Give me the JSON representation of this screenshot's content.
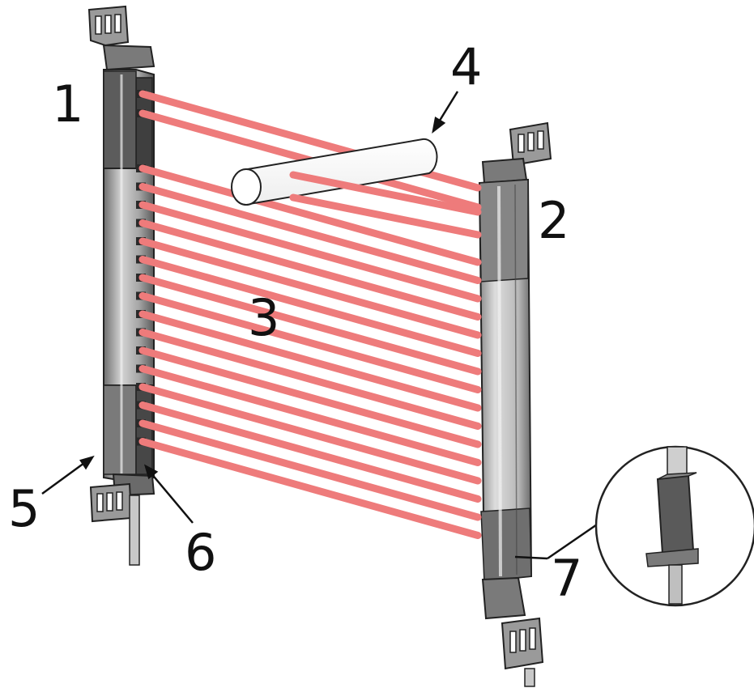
{
  "diagram": {
    "callouts": [
      {
        "id": "1",
        "label": "1",
        "part": "transmitter"
      },
      {
        "id": "2",
        "label": "2",
        "part": "receiver"
      },
      {
        "id": "3",
        "label": "3",
        "part": "light-beams"
      },
      {
        "id": "4",
        "label": "4",
        "part": "test-object"
      },
      {
        "id": "5",
        "label": "5",
        "part": "status-led"
      },
      {
        "id": "6",
        "label": "6",
        "part": "optics-window"
      },
      {
        "id": "7",
        "label": "7",
        "part": "connector"
      }
    ],
    "beam_count": 18,
    "colors": {
      "beam": "#ee7b7b",
      "housing_dark": "#5c5c5c",
      "housing_mid": "#8e8e8e",
      "housing_light": "#c9c9c9",
      "line": "#222222"
    }
  }
}
